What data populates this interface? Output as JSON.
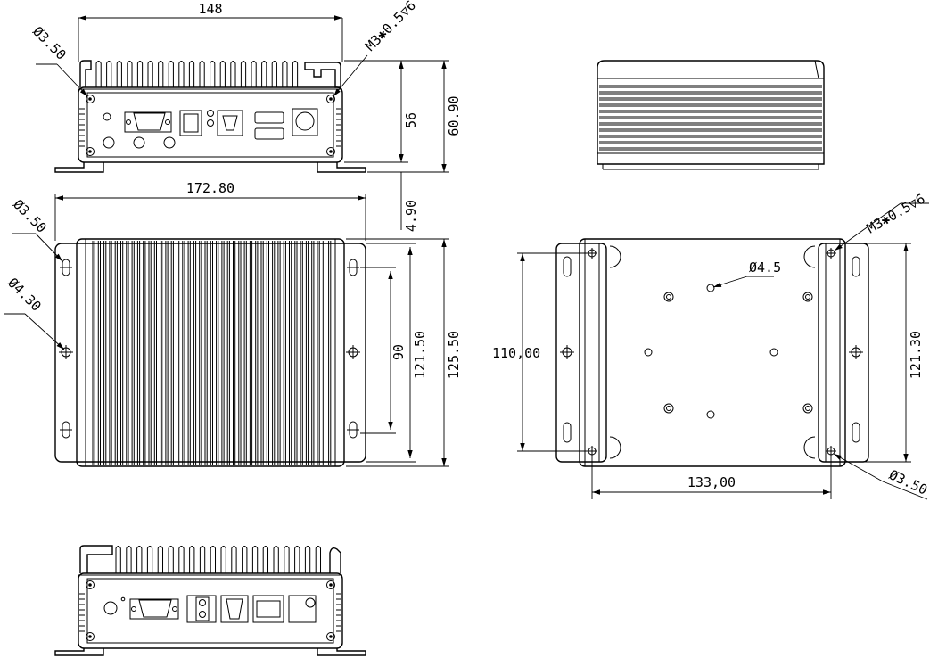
{
  "drawing": {
    "front_view": {
      "width_label": "148",
      "hole_label": "Ø3.50",
      "thread_label": "M3✱0.5▽6",
      "height_inner_label": "56",
      "height_outer_label": "60.90",
      "foot_label": "4.90"
    },
    "top_view": {
      "width_label": "172.80",
      "hole_small_label": "Ø3.50",
      "hole_large_label": "Ø4.30",
      "slot_pitch_label": "90",
      "mount_pitch_label": "121.50",
      "depth_label": "125.50"
    },
    "bottom_view": {
      "thread_label": "M3✱0.5▽6",
      "vesa_hole_label": "Ø4.5",
      "height_label": "110,00",
      "pitch_label": "121.30",
      "width_label": "133,00",
      "hole_label": "Ø3.50"
    }
  }
}
